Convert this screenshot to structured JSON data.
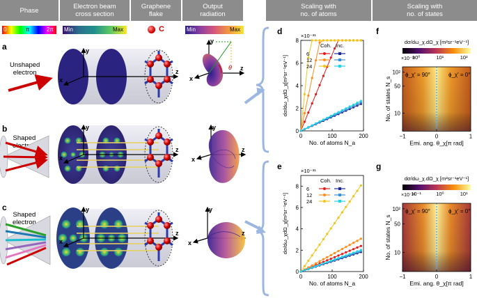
{
  "headers": [
    {
      "text": "Phase"
    },
    {
      "text": "Electron beam\ncross section"
    },
    {
      "text": "Graphene\nflake"
    },
    {
      "text": "Output\nradiation"
    },
    {
      "text": "Scaling with\nno. of atoms"
    },
    {
      "text": "Scaling with\nno. of states"
    }
  ],
  "legend_row": {
    "phase_min": "0",
    "phase_mid": "π",
    "phase_max": "2π",
    "amp_min": "Min",
    "amp_max": "Max",
    "carbon_label": "C",
    "rad_min": "Min",
    "rad_max": "Max"
  },
  "rows": [
    {
      "panel": "a",
      "label": "Unshaped\nelectron"
    },
    {
      "panel": "b",
      "label": "Shaped\nelectron"
    },
    {
      "panel": "c",
      "label": "Shaped\nelectron"
    }
  ],
  "axes_labels": {
    "x": "x",
    "y": "y",
    "z": "z",
    "theta": "θ"
  },
  "colors": {
    "red": "#e31a1c",
    "blue": "#08088a",
    "orange": "#ff8c1a",
    "cyan": "#22d3e6",
    "gold": "#f0c419",
    "navy": "#1f2a9a"
  },
  "chart_data": [
    {
      "panel": "d",
      "type": "line",
      "exponent": "×10⁻³¹",
      "ylabel": "dσ/dω_χdΩ_χ[m²sr⁻¹eV⁻¹]",
      "xlabel": "No. of atoms N_a",
      "xlim": [
        0,
        200
      ],
      "ylim": [
        0,
        8
      ],
      "xticks": [
        "0",
        "100",
        "200"
      ],
      "yticks": [
        "0",
        "2",
        "4",
        "6",
        "8"
      ],
      "legend": {
        "header_coh": "Coh.",
        "header_inc": "Inc.",
        "rows": [
          "6",
          "12",
          "24"
        ]
      },
      "x": [
        0,
        12,
        24,
        36,
        48,
        60,
        72,
        84,
        96,
        108,
        120,
        132,
        144,
        156,
        168,
        180,
        192,
        204
      ],
      "series": [
        {
          "name": "6",
          "kind": "coh",
          "color": "#e31a1c",
          "slope": 0.0675
        },
        {
          "name": "12",
          "kind": "coh",
          "color": "#ff8c1a",
          "slope": 0.13
        },
        {
          "name": "24",
          "kind": "coh",
          "color": "#f0c419",
          "slope": 0.27
        },
        {
          "name": "6",
          "kind": "inc",
          "color": "#1f2a9a",
          "slope": 0.0124
        },
        {
          "name": "12",
          "kind": "inc",
          "color": "#3b8fd6",
          "slope": 0.0131
        },
        {
          "name": "24",
          "kind": "inc",
          "color": "#22d3e6",
          "slope": 0.0138
        }
      ]
    },
    {
      "panel": "e",
      "type": "line",
      "exponent": "×10⁻³¹",
      "ylabel": "dσ/dω_χdΩ_χ[m²sr⁻¹eV⁻¹]",
      "xlabel": "No. of atoms N_a",
      "xlim": [
        0,
        200
      ],
      "ylim": [
        0,
        9
      ],
      "xticks": [
        "0",
        "100",
        "200"
      ],
      "yticks": [
        "0",
        "2",
        "4",
        "6",
        "8"
      ],
      "legend": {
        "header_coh": "Coh.",
        "header_inc": "Inc.",
        "rows": [
          "6",
          "12",
          "24"
        ]
      },
      "x": [
        0,
        12,
        24,
        36,
        48,
        60,
        72,
        84,
        96,
        108,
        120,
        132,
        144,
        156,
        168,
        180,
        192,
        204
      ],
      "series": [
        {
          "name": "6",
          "kind": "coh",
          "color": "#e31a1c",
          "slope": 0.0125
        },
        {
          "name": "12",
          "kind": "coh",
          "color": "#ff8c1a",
          "slope": 0.016
        },
        {
          "name": "24",
          "kind": "coh",
          "color": "#f0c419",
          "slope": 0.042
        },
        {
          "name": "6",
          "kind": "inc",
          "color": "#1f2a9a",
          "slope": 0.0095
        },
        {
          "name": "12",
          "kind": "inc",
          "color": "#3b8fd6",
          "slope": 0.01
        },
        {
          "name": "24",
          "kind": "inc",
          "color": "#22d3e6",
          "slope": 0.0105
        }
      ]
    },
    {
      "panel": "f",
      "type": "heatmap",
      "cbar_label": "dσ/dω_χ.dΩ_χ [m²sr⁻¹eV⁻¹]",
      "cbar_exponent": "×10⁻³³",
      "cbar_ticks": [
        "10⁰",
        "10¹",
        "10²"
      ],
      "ylabel": "No. of states N_s",
      "xlabel": "Emi. ang. θ_χ[π rad]",
      "xticks": [
        "−1",
        "0",
        "1"
      ],
      "yticks": [
        "10²",
        "50",
        "10"
      ],
      "annot_left": "ϕ_χ' = 90°",
      "annot_right": "ϕ_χ' = 0°"
    },
    {
      "panel": "g",
      "type": "heatmap",
      "cbar_label": "dσ/dω_χ.dΩ_χ [m²sr⁻¹eV⁻¹]",
      "cbar_exponent": "×10⁻³³",
      "cbar_ticks": [
        "10⁻¹",
        "10⁰",
        "10¹"
      ],
      "ylabel": "No. of states N_s",
      "xlabel": "Emi. ang. θ_χ[π rad]",
      "xticks": [
        "−1",
        "0",
        "1"
      ],
      "yticks": [
        "10²",
        "50",
        "10"
      ],
      "annot_left": "ϕ_χ' = 90°",
      "annot_right": "ϕ_χ' = 0°"
    }
  ]
}
